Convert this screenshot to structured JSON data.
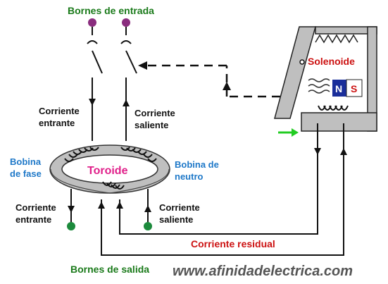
{
  "colors": {
    "green_label": "#1a7a1a",
    "blue_label": "#1e78c8",
    "red_label": "#cc1111",
    "magenta_label": "#e0208a",
    "terminal_in": "#8a2d7e",
    "terminal_out": "#1c8a3c",
    "wire": "#111111",
    "green_arrow": "#22cc22",
    "magnet_blue": "#1a2e9a",
    "magnet_red": "#cc1111",
    "metal": "#bfbfbf"
  },
  "labels": {
    "bornes_entrada": "Bornes de entrada",
    "bornes_salida": "Bornes de salida",
    "corriente_entrante_top": "Corriente\nentrante",
    "corriente_saliente_top": "Corriente\nsaliente",
    "bobina_fase": "Bobina\nde fase",
    "toroide": "Toroide",
    "bobina_neutro": "Bobina de\nneutro",
    "corriente_entrante_bottom": "Corriente\nentrante",
    "corriente_saliente_bottom": "Corriente\nsaliente",
    "solenoide": "Solenoide",
    "magnet_n": "N",
    "magnet_s": "S",
    "corriente_residual": "Corriente residual",
    "website": "www.afinidadelectrica.com"
  },
  "icons": {
    "input_terminals": "terminal-icon",
    "output_terminals": "terminal-icon",
    "switch": "switch-contact-icon"
  }
}
